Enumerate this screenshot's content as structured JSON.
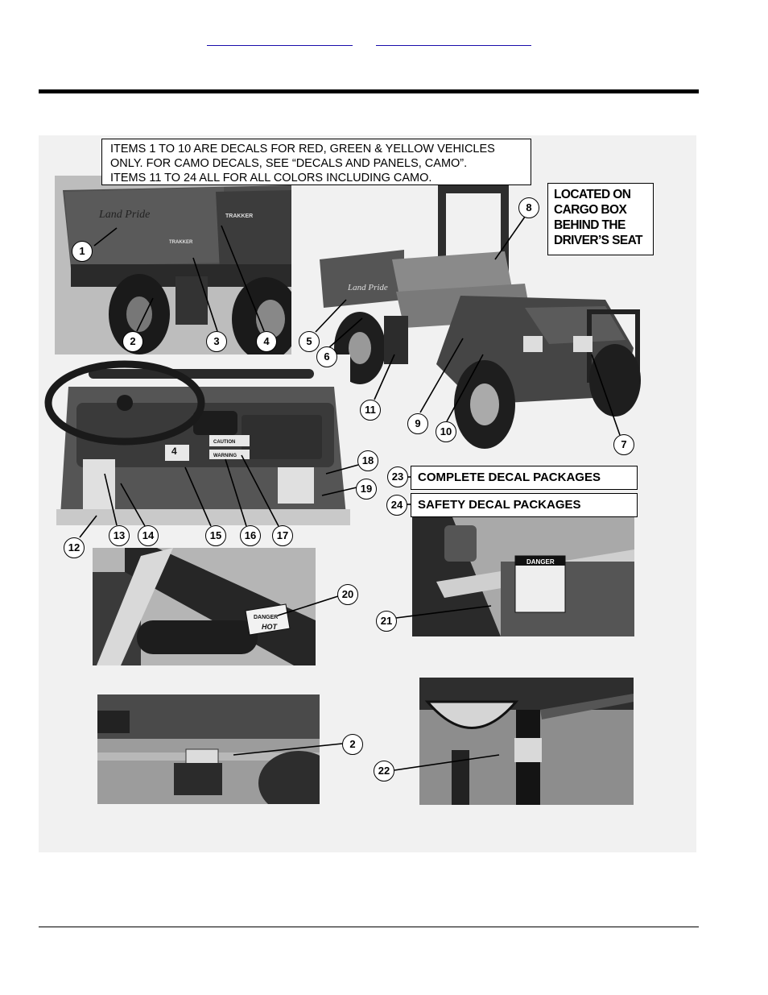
{
  "header": {
    "links": [
      "",
      ""
    ]
  },
  "figure": {
    "note_lines": [
      "ITEMS 1 TO 10 ARE DECALS FOR RED, GREEN & YELLOW VEHICLES",
      "ONLY.   FOR CAMO DECALS, SEE “DECALS AND PANELS, CAMO”.",
      "ITEMS 11 TO 24 ALL FOR ALL COLORS INCLUDING CAMO."
    ],
    "location_note_lines": [
      "LOCATED ON",
      "CARGO BOX",
      "BEHIND THE",
      "DRIVER’S SEAT"
    ],
    "packages": [
      {
        "number": "23",
        "label": "COMPLETE DECAL PACKAGES"
      },
      {
        "number": "24",
        "label": "SAFETY DECAL PACKAGES"
      }
    ],
    "photo_text": {
      "brand_tailgate": "Land Pride",
      "brand_bed": "Land Pride",
      "tracker": "TRAKKER",
      "caution": "CAUTION",
      "warning": "WARNING",
      "danger": "DANGER",
      "hot": "HOT",
      "gear": "4"
    },
    "callouts": {
      "c1": "1",
      "c2": "2",
      "c3": "3",
      "c4": "4",
      "c5": "5",
      "c6": "6",
      "c7": "7",
      "c8": "8",
      "c9": "9",
      "c10": "10",
      "c11": "11",
      "c12": "12",
      "c13": "13",
      "c14": "14",
      "c15": "15",
      "c16": "16",
      "c17": "17",
      "c18": "18",
      "c19": "19",
      "c20": "20",
      "c21": "21",
      "c22": "22",
      "c2b": "2"
    }
  }
}
